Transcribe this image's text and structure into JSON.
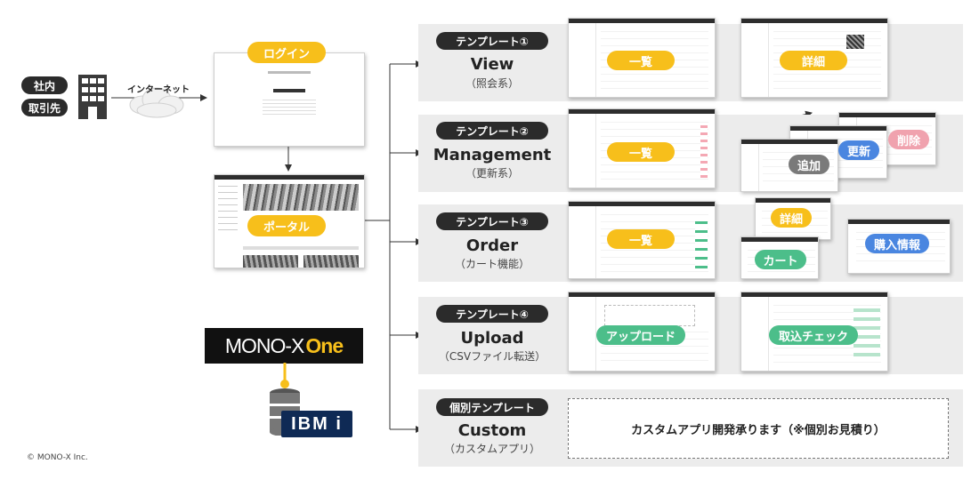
{
  "users": {
    "internal": "社内",
    "partner": "取引先"
  },
  "network": {
    "label": "インターネット"
  },
  "login": {
    "label": "ログイン"
  },
  "portal": {
    "label": "ポータル"
  },
  "brand": {
    "mono_prefix": "MONO-X",
    "mono_suffix": "One",
    "ibm": "IBM i"
  },
  "copyright": "© MONO-X Inc.",
  "templates": [
    {
      "tag": "テンプレート①",
      "name": "View",
      "sub": "（照会系）",
      "screens": [
        {
          "label": "一覧"
        },
        {
          "label": "詳細"
        }
      ]
    },
    {
      "tag": "テンプレート②",
      "name": "Management",
      "sub": "（更新系）",
      "screens": [
        {
          "label": "一覧"
        },
        {
          "label": "追加"
        },
        {
          "label": "更新"
        },
        {
          "label": "削除"
        }
      ]
    },
    {
      "tag": "テンプレート③",
      "name": "Order",
      "sub": "（カート機能）",
      "screens": [
        {
          "label": "一覧"
        },
        {
          "label": "詳細"
        },
        {
          "label": "カート"
        },
        {
          "label": "購入情報"
        }
      ]
    },
    {
      "tag": "テンプレート④",
      "name": "Upload",
      "sub": "（CSVファイル転送）",
      "screens": [
        {
          "label": "アップロード"
        },
        {
          "label": "取込チェック"
        }
      ]
    },
    {
      "tag": "個別テンプレート",
      "name": "Custom",
      "sub": "（カスタムアプリ）",
      "custom_note": "カスタムアプリ開発承ります（※個別お見積り）"
    }
  ],
  "colors": {
    "yellow": "#f7bf1b",
    "green": "#4cbe8a",
    "gray": "#7a7a7a",
    "blue": "#4a86e0",
    "pink": "#f0a2ae",
    "dark": "#2b2b2b",
    "band": "#ececec"
  }
}
